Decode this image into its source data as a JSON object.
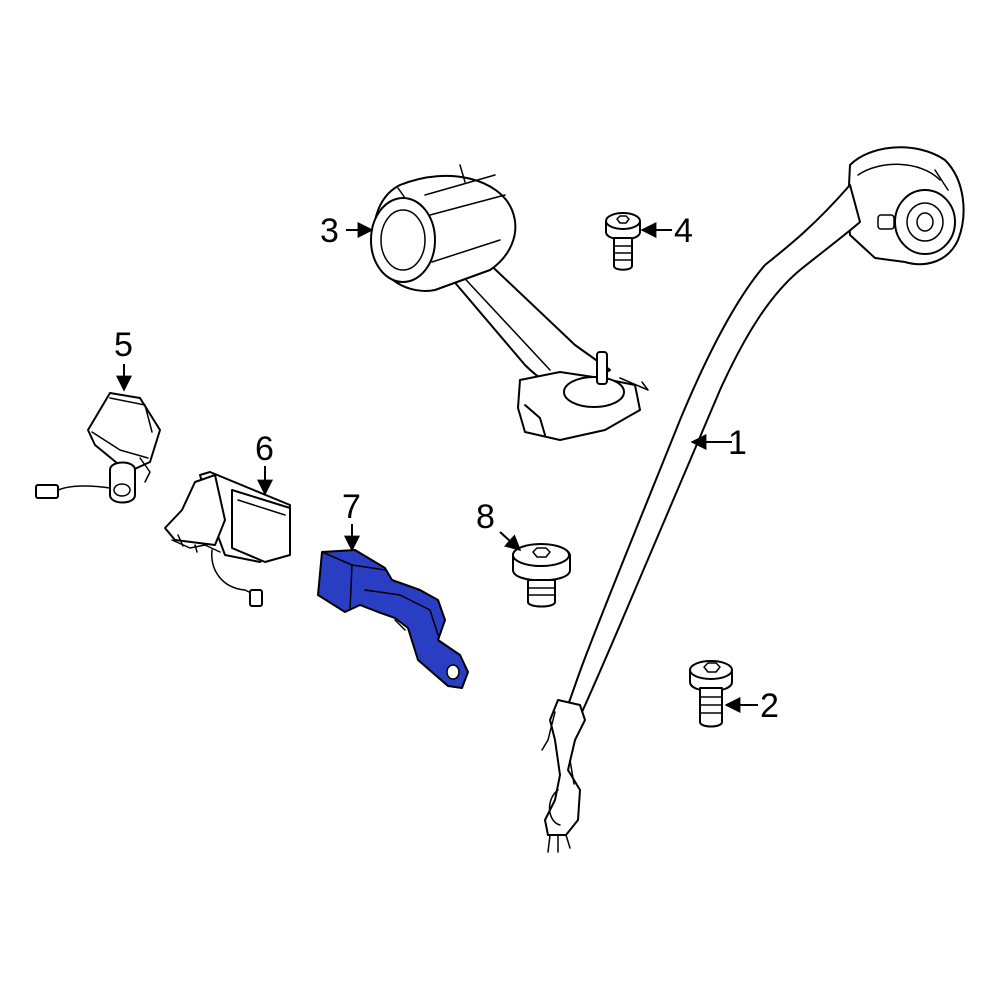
{
  "diagram": {
    "highlight_color": "#2a3ec4",
    "line_color": "#000000",
    "background": "#ffffff",
    "callouts": [
      {
        "id": "1",
        "label": "1",
        "part": "seat-belt-assembly"
      },
      {
        "id": "2",
        "label": "2",
        "part": "anchor-bolt"
      },
      {
        "id": "3",
        "label": "3",
        "part": "belt-retractor"
      },
      {
        "id": "4",
        "label": "4",
        "part": "retractor-bolt"
      },
      {
        "id": "5",
        "label": "5",
        "part": "buckle"
      },
      {
        "id": "6",
        "label": "6",
        "part": "buckle-receiver"
      },
      {
        "id": "7",
        "label": "7",
        "part": "buckle-bracket"
      },
      {
        "id": "8",
        "label": "8",
        "part": "buckle-bolt"
      }
    ]
  }
}
